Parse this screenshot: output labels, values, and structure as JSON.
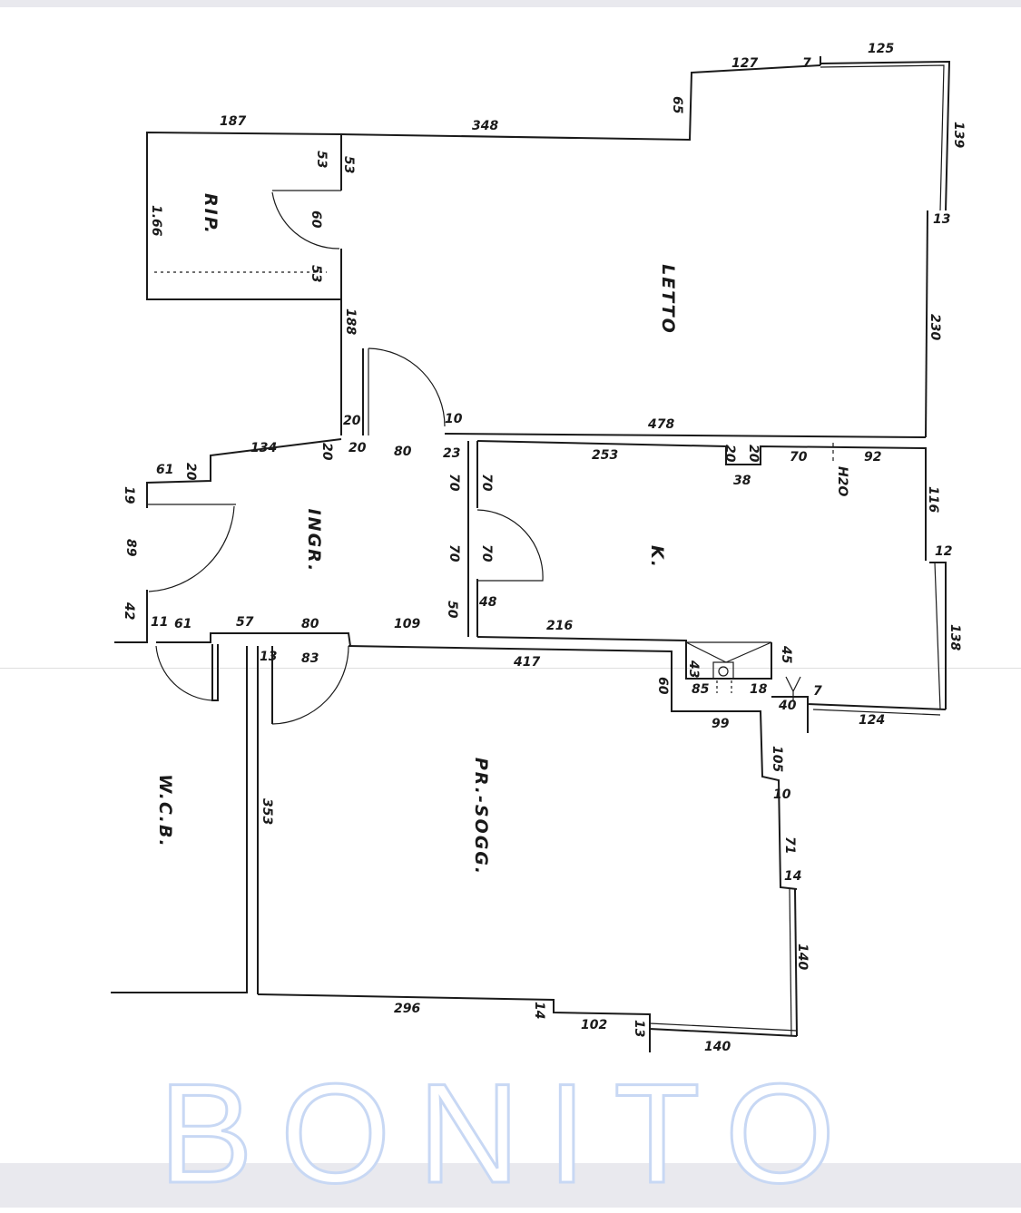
{
  "watermark": "BONITO",
  "colors": {
    "line": "#1a1a1a",
    "watermark_outline": "#c8d8f4",
    "band": "#e9e9ee"
  },
  "rooms": {
    "rip": "RIP.",
    "letto": "LETTO",
    "ingr": "INGR.",
    "k": "K.",
    "wcb": "W.C.B.",
    "prsogg": "PR.-SOGG."
  },
  "dims": {
    "rip_top": "187",
    "rip_side": "1.66",
    "rip_wall_a": "53",
    "rip_wall_b": "53",
    "rip_door_a": "60",
    "rip_wall_c": "53",
    "letto_top": "348",
    "letto_step": "65",
    "letto_top2": "127",
    "letto_mark": "7",
    "balcony_top": "125",
    "balcony_side": "139",
    "letto_corner": "13",
    "letto_right": "230",
    "letto_left": "188",
    "letto_bottom": "478",
    "letto_door": "10",
    "corr_20a": "20",
    "corr_20b": "20",
    "corr_20c": "20",
    "corr_80": "80",
    "corr_23": "23",
    "ingr_134": "134",
    "ingr_61a": "61",
    "ingr_20": "20",
    "ingr_19": "19",
    "ingr_89": "89",
    "ingr_42": "42",
    "ingr_11": "11",
    "ingr_61b": "61",
    "ingr_57": "57",
    "ingr_80b": "80",
    "ingr_13": "13",
    "ingr_83": "83",
    "ingr_109": "109",
    "k_70a": "70",
    "k_70b": "70",
    "k_70c": "70",
    "k_70d": "70",
    "k_50": "50",
    "k_48": "48",
    "k_253": "253",
    "k_20a": "20",
    "k_20b": "20",
    "k_38": "38",
    "k_70e": "70",
    "k_h2o": "H2O",
    "k_92": "92",
    "k_116": "116",
    "k_12": "12",
    "k_138": "138",
    "k_216": "216",
    "k_43": "43",
    "k_85": "85",
    "k_18": "18",
    "k_45": "45",
    "k_7": "7",
    "k_40": "40",
    "k_124": "124",
    "s_417": "417",
    "s_60": "60",
    "s_99": "99",
    "s_105": "105",
    "s_10": "10",
    "s_71": "71",
    "s_14a": "14",
    "s_140a": "140",
    "s_353": "353",
    "s_296": "296",
    "s_14b": "14",
    "s_102": "102",
    "s_13": "13",
    "s_140b": "140"
  }
}
